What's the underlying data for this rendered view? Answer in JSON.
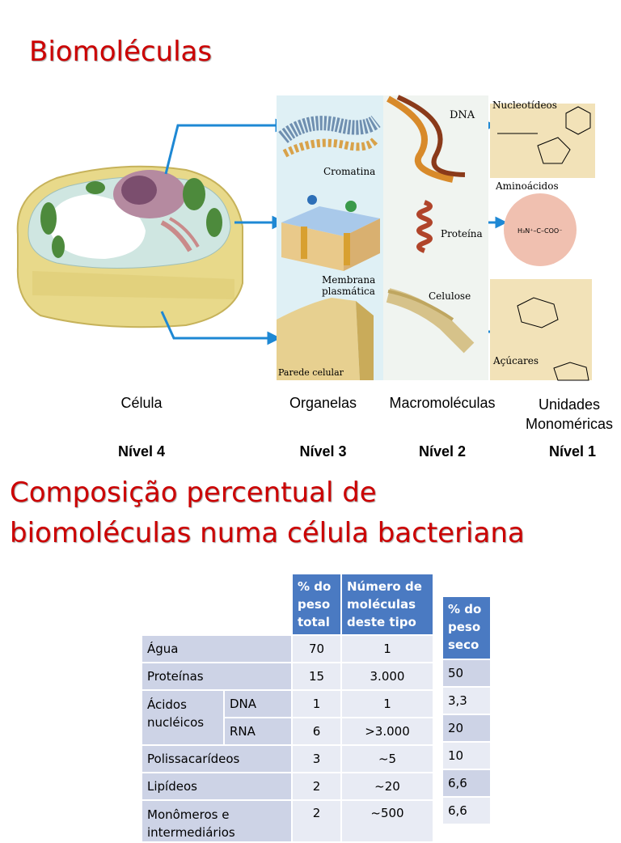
{
  "title": "Biomoléculas",
  "diagram": {
    "labels": {
      "dna": "DNA",
      "nucleotideos": "Nucleotídeos",
      "cromatina": "Cromatina",
      "aminoacidos": "Aminoácidos",
      "proteina": "Proteína",
      "membrana1": "Membrana",
      "membrana2": "plasmática",
      "celulose": "Celulose",
      "parede": "Parede celular",
      "acucares": "Açúcares"
    }
  },
  "levels": [
    {
      "name": "Célula",
      "level": "Nível 4"
    },
    {
      "name": "Organelas",
      "level": "Nível 3"
    },
    {
      "name": "Macromoléculas",
      "level": "Nível 2"
    },
    {
      "name_line1": "Unidades",
      "name_line2": "Monoméricas",
      "level": "Nível 1"
    }
  ],
  "subtitle_line1": "Composição percentual de",
  "subtitle_line2": "biomoléculas numa célula bacteriana",
  "table": {
    "headers": {
      "peso_total": [
        "% do",
        "peso",
        "total"
      ],
      "numero": [
        "Número de",
        "moléculas",
        "deste tipo"
      ]
    },
    "rows": {
      "agua": {
        "label": "Água",
        "peso": "70",
        "num": "1"
      },
      "proteinas": {
        "label": "Proteínas",
        "peso": "15",
        "num": "3.000"
      },
      "acidos_label1": "Ácidos",
      "acidos_label2": "nucléicos",
      "dna": {
        "label": "DNA",
        "peso": "1",
        "num": "1"
      },
      "rna": {
        "label": "RNA",
        "peso": "6",
        "num": ">3.000"
      },
      "polissacarideos": {
        "label": "Polissacarídeos",
        "peso": "3",
        "num": "~5"
      },
      "lipideos": {
        "label": "Lipídeos",
        "peso": "2",
        "num": "~20"
      },
      "monomeros": {
        "label1": "Monômeros e",
        "label2": "intermediários",
        "peso": "2",
        "num": "~500"
      }
    }
  },
  "dry": {
    "header": [
      "% do",
      "peso",
      "seco"
    ],
    "values": [
      "50",
      "3,3",
      "20",
      "10",
      "6,6",
      "6,6"
    ]
  }
}
